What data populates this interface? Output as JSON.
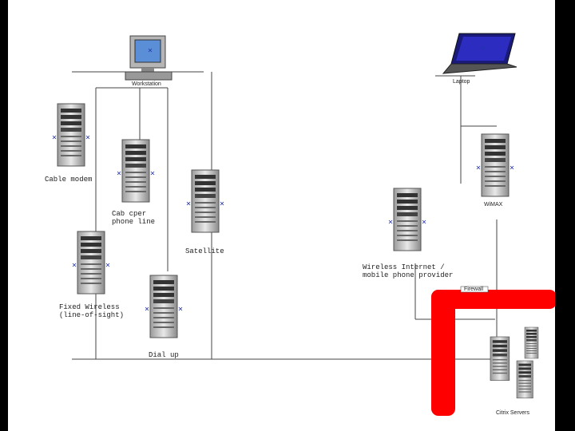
{
  "labels": {
    "workstation": "Workstation",
    "laptop": "Laptop",
    "cable_modem": "Cable modem",
    "copper_phone_line": "Cab cper\nphone line",
    "satellite": "Satellite",
    "wimax": "WiMAX",
    "wireless_provider": "Wireless Internet /\nmobile phone provider",
    "fixed_wireless": "Fixed Wireless\n(line-of-sight)",
    "dialup": "Dial up",
    "firewall": "Firewall",
    "citrix_servers": "Citrix Servers"
  },
  "colors": {
    "firewall": "#ff0000",
    "background": "#ffffff",
    "frame": "#000000"
  }
}
